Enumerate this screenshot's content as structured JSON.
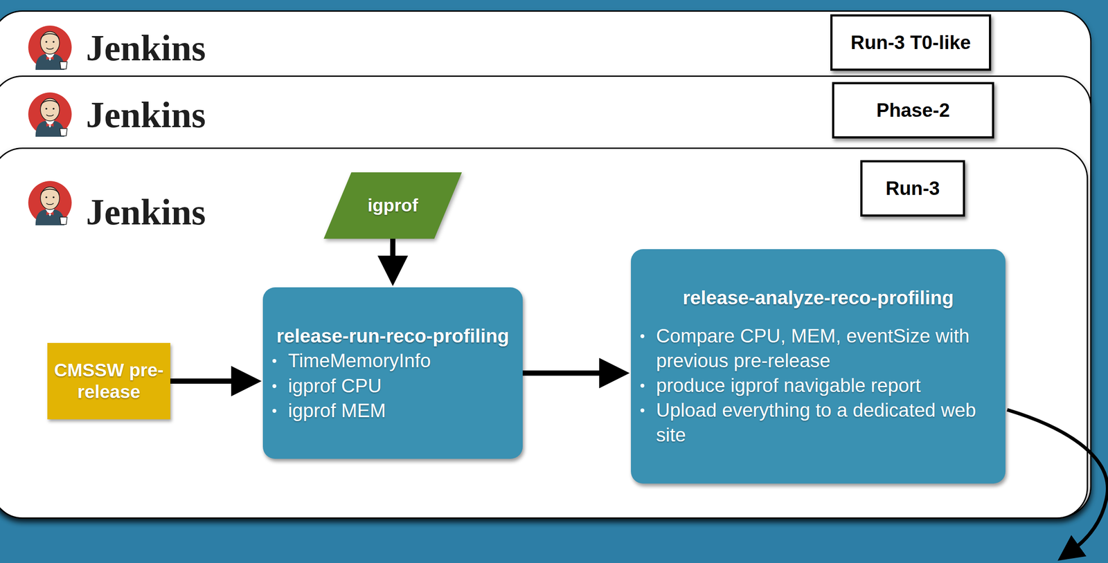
{
  "diagram": {
    "nodes": [
      {
        "text": [
          "Jenkins"
        ]
      },
      {
        "text": [
          "Run-3 T0-like"
        ],
        "in": 0
      },
      {
        "text": [
          "Jenkins"
        ]
      },
      {
        "text": [
          "Phase-2"
        ],
        "in": 2
      },
      {
        "text": [
          "Jenkins"
        ]
      },
      {
        "text": [
          "Run-3"
        ],
        "in": 4
      },
      {
        "text": [
          "igprof"
        ],
        "in": 4
      },
      {
        "text": [
          "CMSSW pre-release"
        ],
        "in": 4
      },
      {
        "text": [
          "release-run-reco-profiling",
          "TimeMemoryInfo",
          "igprof CPU",
          "igprof MEM"
        ],
        "in": 4
      },
      {
        "text": [
          "release-analyze-reco-profiling",
          "Compare CPU, MEM, eventSize with previous pre-release",
          "produce igprof navigable report",
          "Upload everything to a dedicated web site"
        ],
        "in": 4
      }
    ],
    "edges": [
      {
        "from": 6,
        "to": 8,
        "arrow": "to"
      },
      {
        "from": 7,
        "to": 8,
        "arrow": "to"
      },
      {
        "from": 8,
        "to": 9,
        "arrow": "to"
      }
    ]
  }
}
